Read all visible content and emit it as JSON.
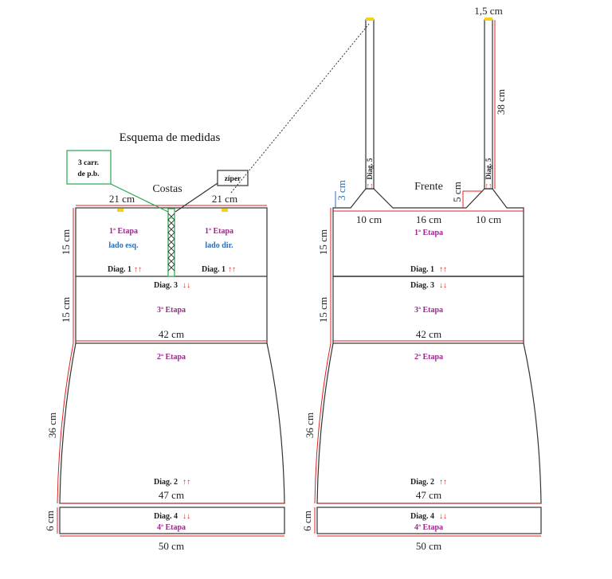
{
  "title": "Esquema de medidas",
  "back": {
    "label": "Costas",
    "top_left_width": "21  cm",
    "top_right_width": "21  cm",
    "note_stitches": [
      "3 carr.",
      "de p.b."
    ],
    "note_zipper": "zíper",
    "height_15a": "15 cm",
    "height_15b": "15 cm",
    "height_36": "36 cm",
    "height_6": "6 cm",
    "width_42": "42  cm",
    "width_47": "47  cm",
    "width_50": "50  cm",
    "etapa1_left": "1ª Etapa",
    "lado_esq": "lado esq.",
    "etapa1_right": "1ª Etapa",
    "lado_dir": "lado dir.",
    "diag1_left": "Diag. 1",
    "diag1_right": "Diag. 1",
    "diag3": "Diag. 3",
    "etapa3": "3ª Etapa",
    "etapa2": "2ª Etapa",
    "diag2": "Diag. 2",
    "diag4": "Diag. 4",
    "etapa4": "4ª Etapa"
  },
  "front": {
    "label": "Frente",
    "strap_width": "1,5  cm",
    "strap_length": "38 cm",
    "diag5_left": "Diag. 5",
    "diag5_right": "Diag. 5",
    "height_3": "3 cm",
    "height_5": "5 cm",
    "width_10_left": "10  cm",
    "width_16": "16  cm",
    "width_10_right": "10  cm",
    "height_15a": "15 cm",
    "height_15b": "15 cm",
    "height_36": "36 cm",
    "height_6": "6 cm",
    "etapa1": "1ª Etapa",
    "diag1": "Diag. 1",
    "diag3": "Diag. 3",
    "etapa3": "3ª Etapa",
    "width_42": "42  cm",
    "etapa2": "2ª Etapa",
    "diag2": "Diag. 2",
    "width_47": "47  cm",
    "diag4": "Diag. 4",
    "etapa4": "4ª Etapa",
    "width_50": "50  cm"
  },
  "arrows": {
    "up": "↑↑",
    "down": "↓↓"
  },
  "colors": {
    "outline": "#333333",
    "measure_line": "#e02020",
    "green_note": "#2aa84a",
    "blue_measure": "#2a6db5",
    "etapa": "#9b2a8c",
    "marker": "#f3d21c"
  }
}
